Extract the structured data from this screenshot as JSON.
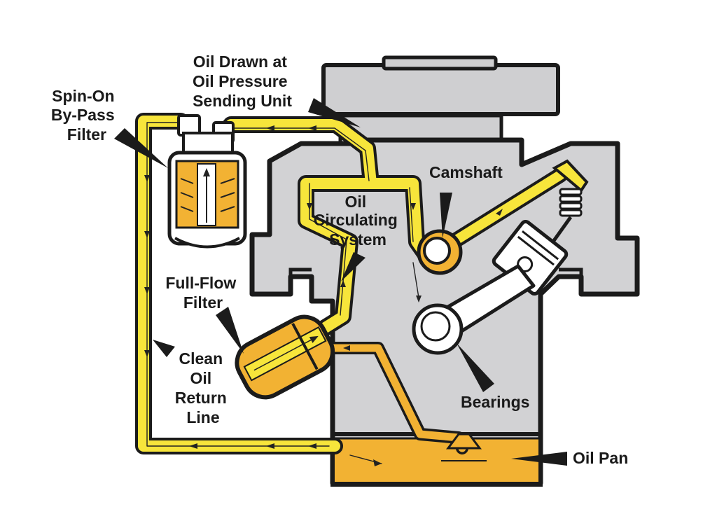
{
  "labels": {
    "sending_unit": [
      "Oil Drawn at",
      "Oil Pressure",
      "Sending Unit"
    ],
    "bypass_filter": [
      "Spin-On",
      "By-Pass",
      "Filter"
    ],
    "camshaft": "Camshaft",
    "circulating": [
      "Oil",
      "Circulating",
      "System"
    ],
    "full_flow": [
      "Full-Flow",
      "Filter"
    ],
    "return_line": [
      "Clean",
      "Oil",
      "Return",
      "Line"
    ],
    "bearings": "Bearings",
    "oil_pan": "Oil Pan"
  },
  "colors": {
    "engine_fill": "#d2d2d4",
    "outline": "#1b1b1b",
    "oil_yellow": "#f7e53b",
    "oil_orange": "#f2b233",
    "arrow": "#222222"
  }
}
